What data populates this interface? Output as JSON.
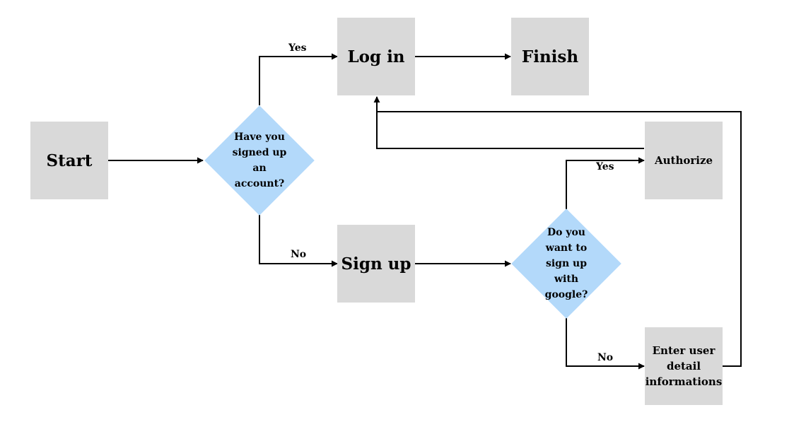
{
  "nodes": {
    "start": "Start",
    "decision_signed_up": "Have you signed up an account?",
    "log_in": "Log in",
    "finish": "Finish",
    "sign_up": "Sign up",
    "decision_google": "Do you want to sign up with google?",
    "authorize": "Authorize",
    "enter_details": "Enter user detail informations"
  },
  "edge_labels": {
    "signed_up_yes": "Yes",
    "signed_up_no": "No",
    "google_yes": "Yes",
    "google_no": "No"
  },
  "colors": {
    "process_fill": "#d9d9d9",
    "decision_fill": "#b3d9fa",
    "line": "#000000"
  }
}
